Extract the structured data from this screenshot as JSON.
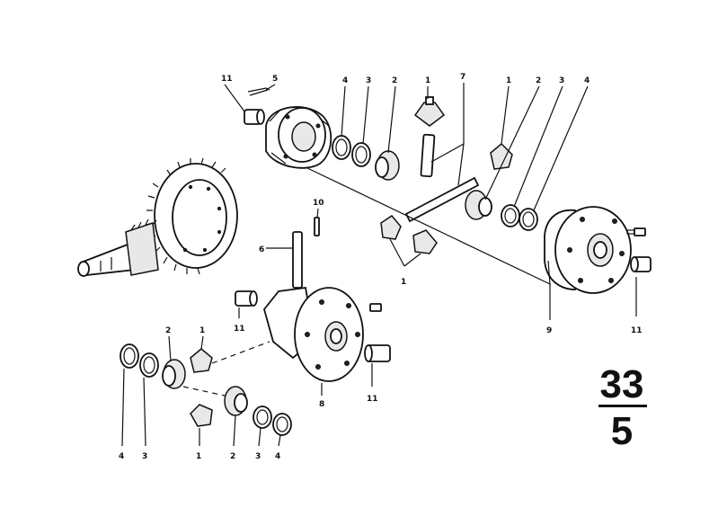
{
  "diagram": {
    "callouts": [
      "11",
      "5",
      "4",
      "3",
      "2",
      "1",
      "7",
      "1",
      "2",
      "3",
      "4",
      "10",
      "6",
      "1",
      "11",
      "9",
      "11",
      "2",
      "1",
      "8",
      "11",
      "4",
      "3",
      "1",
      "2",
      "3",
      "4"
    ]
  },
  "page_ref": {
    "group": "33",
    "page": "5"
  }
}
